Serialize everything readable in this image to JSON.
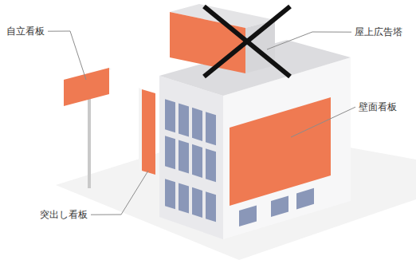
{
  "diagram": {
    "labels": [
      "自立看板",
      "屋上広告塔",
      "壁面看板",
      "突出し看板"
    ]
  }
}
